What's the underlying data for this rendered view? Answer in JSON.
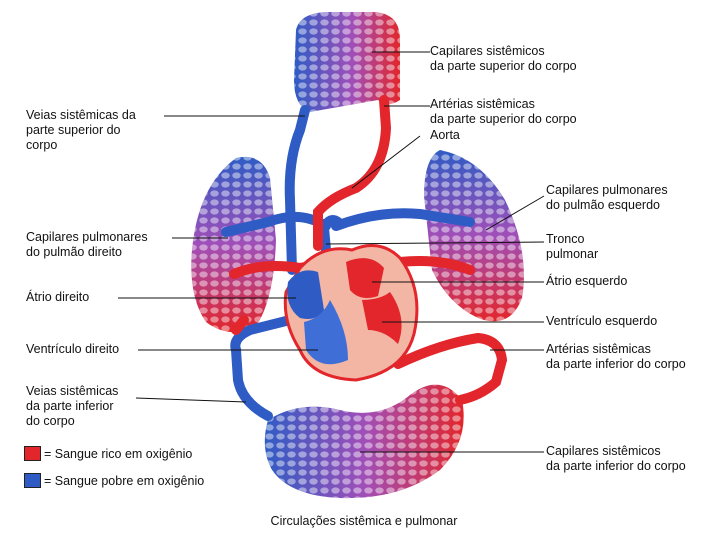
{
  "colors": {
    "oxygen_rich": "#e2262b",
    "oxygen_poor": "#2f5cc4",
    "capillary_tint": "#a04fb8",
    "heart_wall": "#f3b5a4",
    "leader": "#111111"
  },
  "labels": {
    "cap_sys_sup": [
      "Capilares sistêmicos",
      "da parte superior do corpo"
    ],
    "art_sys_sup": [
      "Artérias sistêmicas",
      "da parte superior do corpo"
    ],
    "aorta": [
      "Aorta"
    ],
    "veias_sys_sup": [
      "Veias sistêmicas da",
      "parte superior do",
      "corpo"
    ],
    "cap_pulm_esq": [
      "Capilares pulmonares",
      "do pulmão esquerdo"
    ],
    "cap_pulm_dir": [
      "Capilares pulmonares",
      "do pulmão direito"
    ],
    "tronco": [
      "Tronco",
      "pulmonar"
    ],
    "atrio_esq": [
      "Átrio esquerdo"
    ],
    "atrio_dir": [
      "Átrio direito"
    ],
    "ventr_esq": [
      "Ventrículo esquerdo"
    ],
    "ventr_dir": [
      "Ventrículo direito"
    ],
    "art_sys_inf": [
      "Artérias sistêmicas",
      "da parte inferior do corpo"
    ],
    "veias_sys_inf": [
      "Veias sistêmicas",
      "da parte inferior",
      "do corpo"
    ],
    "cap_sys_inf": [
      "Capilares sistêmicos",
      "da parte inferior do corpo"
    ]
  },
  "legend": {
    "rich": "= Sangue rico em oxigênio",
    "poor": "= Sangue pobre em oxigênio"
  },
  "caption": "Circulações sistêmica e pulmonar"
}
